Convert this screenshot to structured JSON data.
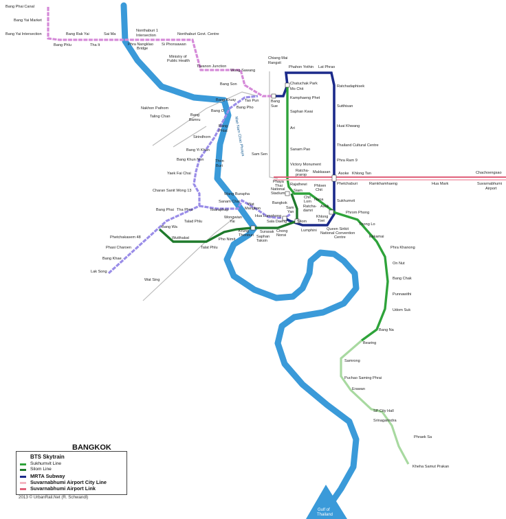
{
  "title": "BANGKOK",
  "legend": {
    "bts_title": "BTS Skytrain",
    "sukhumvit": "Sukhumvit Line",
    "silom": "Silom Line",
    "mrta": "MRTA Subway",
    "city_line": "Suvarnabhumi Airport City Line",
    "airport_link": "Suvarnabhumi Airport Link"
  },
  "credit": "2013 © UrbanRail.Net (R. Schwandl)",
  "river_name": "Mae Nam Chao Phraya",
  "gulf": "Gulf of Thailand",
  "colors": {
    "river": "#3a9ad9",
    "bts_sukhumvit": "#2ea33a",
    "bts_silom": "#1f7a2c",
    "mrta": "#1b2a8a",
    "purple_line": "#d58ad8",
    "blue_ext": "#9a8de8",
    "airport": "#e0607a",
    "future_green": "#a8d9a0",
    "planned": "#bbbbbb"
  },
  "stations": {
    "bang_phai_canal": "Bang Phai Canal",
    "bang_yai_market": "Bang Yai Market",
    "bang_yai_intersection": "Bang Yai Intersection",
    "bang_rak_yai": "Bang Rak Yai",
    "bang_phlu": "Bang Phlu",
    "tha_it": "Tha It",
    "sai_ma": "Sai Ma",
    "nonthaburi_1": "Nonthaburi 1 Intersection",
    "phra_nangklao": "Phra Nangklao Bridge",
    "si_phonsawan": "Si Phonsawan",
    "nonthaburi_govt": "Nonthaburi Govt. Centre",
    "ministry": "Ministry of Public Health",
    "tiwanon": "Tiwanon Junction",
    "wong_sawang": "Wong Sawang",
    "chiang_mai": "Chiang Mai",
    "rangsit": "Rangsit",
    "bang_son": "Bang Son",
    "phahon_yothin": "Phahon Yothin",
    "lat_phrao": "Lat Phrao",
    "chatuchak": "Chatuchak Park",
    "mo_chit": "Mo Chit",
    "ratchadaphisek": "Ratchadaphisek",
    "kamphaeng_phet": "Kamphaeng Phet",
    "sutthisan": "Sutthisan",
    "bang_krasy": "Bang Kruay",
    "tao_pun": "Tao Pun",
    "bang_sue": "Bang Sue",
    "nakhon_pathom": "Nakhon Pathom",
    "taling_chan": "Taling Chan",
    "bang_o": "Bang O",
    "bang_pho": "Bang Pho",
    "saphan_kwai": "Saphan Kwai",
    "bang_bamru": "Bang Bamru",
    "huai_khwang": "Huai Khwang",
    "ari": "Ari",
    "bang_phlat": "Bang Phlat",
    "sirindhorn": "Sirindhorn",
    "thailand_cultural": "Thailand Cultural Centre",
    "bang_yi_khan": "Bang Yi Khan",
    "sanam_pao": "Sanam Pao",
    "sam_sen": "Sam Sen",
    "bang_khun_non": "Bang Khun Non",
    "thon_buri": "Thon Buri",
    "phra_ram_9": "Phra Ram 9",
    "victory": "Victory Monument",
    "yaek_fai_chai": "Yaek Fai Chai",
    "ratchaprarop": "Ratcha-prarop",
    "makkasan": "Makkasan",
    "asoke_al": "Asoke",
    "khlong_tan": "Khlong Tan",
    "chachoengsao": "Chachoengsao",
    "phaya_thai": "Phaya Thai",
    "phetchaburi": "Phetchaburi",
    "ramkhamhaeng": "Ramkhamhaeng",
    "hua_mark": "Hua Mark",
    "suvarnabhumi": "Suvarnabhumi Airport",
    "charan": "Charan Sanit Wong 13",
    "rajathewi": "Rajathewi",
    "national_stadium": "National Stadium",
    "siam": "Siam",
    "chit_lom": "Chit Lom",
    "phloen_chit": "Phloen Chit",
    "nana": "Nana",
    "sukhumvit": "Sukhumvit",
    "asok": "Asok",
    "wang_burapha": "Wang Burapha",
    "sanam_chai": "Sanam Chai",
    "bangkok": "Bangkok",
    "sam_yan": "Sam Yan",
    "ratchadamri": "Ratcha-damri",
    "phrom_phong": "Phrom Phong",
    "bang_phai": "Bang Phai",
    "tha_phra": "Tha Phra",
    "itsaraphap": "Itsaraphap",
    "wat_mangkon": "Wat Mangkon",
    "hua_lamphong": "Hua Lamphong",
    "sala_daeng": "Sala Daeng",
    "silom": "Silom",
    "khlong_toei": "Khlong Toei",
    "thong_lo": "Thong Lo",
    "talad_phlu": "Talad Phlu",
    "wongwian_yai": "Wongwian Yai",
    "bang_wa": "Bang Wa",
    "krung_thonburi": "Krung Thonburi",
    "surasak": "Surasak",
    "chong_nonsi": "Chong Nonsi",
    "lumphini": "Lumphini",
    "qsncc": "Queen Sirikit National Convention Centre",
    "ekkamai": "Ekkamai",
    "phetkasem48": "Phetchakasem 48",
    "wutthakat": "Wutthakat",
    "pho_nimit": "Pho Nimit",
    "saphan_taksin": "Saphan Taksin",
    "phasi_charoen": "Phasi Charoen",
    "talat_phlu": "Talat Phlu",
    "phra_khanong": "Phra Khanong",
    "bang_khae": "Bang Khae",
    "lak_song": "Lak Song",
    "on_nut": "On Nut",
    "wat_sing": "Wat Sing",
    "bang_chak": "Bang Chak",
    "punnawithi": "Punnawithi",
    "udom_suk": "Udom Suk",
    "bang_na": "Bang Na",
    "bearing": "Bearing",
    "samrong": "Samrong",
    "pucha_saming": "Puchao Saming Phrai",
    "erawan": "Erawan",
    "sp_city_hall": "SP City Hall",
    "srinagarindra": "Srinagarindra",
    "phraek_sa": "Phraek Sa",
    "kheha": "Kheha Samut Prakan"
  }
}
